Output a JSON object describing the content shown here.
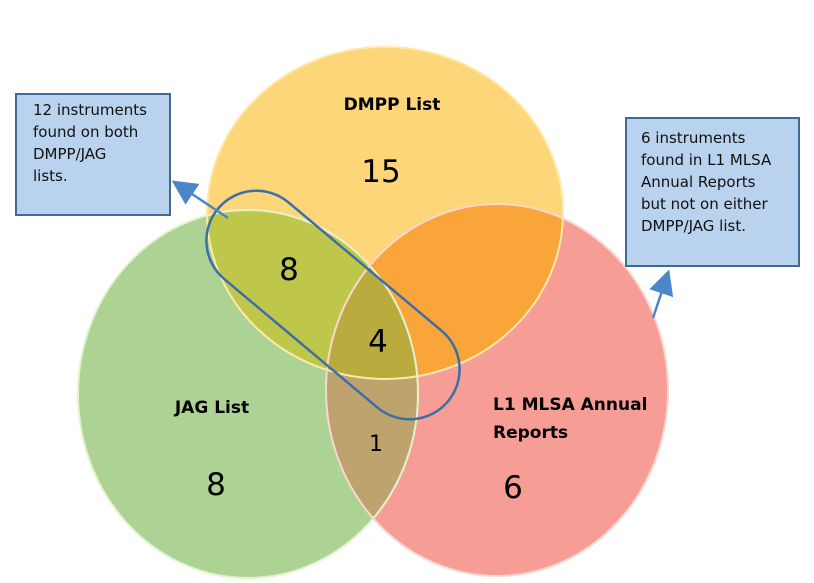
{
  "diagram": {
    "type": "venn",
    "sets": [
      {
        "id": "dmpp",
        "label": "DMPP List",
        "only_count": "15",
        "color": "#fcd36e"
      },
      {
        "id": "jag",
        "label": "JAG List",
        "only_count": "8",
        "color": "#a9d18e"
      },
      {
        "id": "l1mlsa",
        "label": "L1 MLSA Annual Reports",
        "label_line1": "L1 MLSA Annual",
        "label_line2": "Reports",
        "only_count": "6",
        "color": "#f4877f"
      }
    ],
    "intersections": {
      "dmpp_jag": "8",
      "dmpp_jag_l1mlsa": "4",
      "jag_l1mlsa": "1"
    },
    "callouts": {
      "left": {
        "lines": [
          "12 instruments",
          "found on both",
          "DMPP/JAG",
          "lists."
        ],
        "border_color": "#3f6a96",
        "fill_color": "#b9d3ee"
      },
      "right": {
        "lines": [
          "6 instruments",
          "found in L1 MLSA",
          "Annual Reports",
          "but not on either",
          "DMPP/JAG list."
        ],
        "border_color": "#3f6a96",
        "fill_color": "#b9d3ee"
      }
    },
    "highlight_outline_color": "#3c6ea8",
    "arrow_color": "#4a86c8"
  }
}
